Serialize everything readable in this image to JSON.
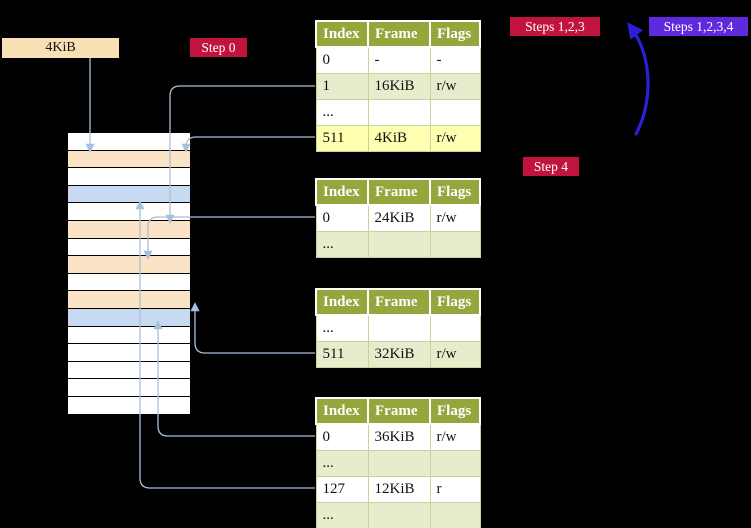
{
  "memory_label": "4KiB",
  "badges": {
    "step0": "Step 0",
    "steps123": "Steps 1,2,3",
    "steps1234": "Steps 1,2,3,4",
    "step4": "Step 4"
  },
  "table_headers": [
    "Index",
    "Frame",
    "Flags"
  ],
  "tables": [
    {
      "name": "level-4-page-table",
      "rows": [
        {
          "cells": [
            "0",
            "-",
            "-"
          ]
        },
        {
          "cells": [
            "1",
            "16KiB",
            "r/w"
          ]
        },
        {
          "cells": [
            "...",
            "",
            ""
          ]
        },
        {
          "cells": [
            "511",
            "4KiB",
            "r/w"
          ],
          "highlighted": true
        }
      ]
    },
    {
      "name": "level-3-page-table",
      "rows": [
        {
          "cells": [
            "0",
            "24KiB",
            "r/w"
          ]
        },
        {
          "cells": [
            "...",
            "",
            ""
          ]
        }
      ]
    },
    {
      "name": "level-2-page-table",
      "rows": [
        {
          "cells": [
            "...",
            "",
            ""
          ]
        },
        {
          "cells": [
            "511",
            "32KiB",
            "r/w"
          ]
        }
      ]
    },
    {
      "name": "level-1-page-table",
      "rows": [
        {
          "cells": [
            "0",
            "36KiB",
            "r/w"
          ]
        },
        {
          "cells": [
            "...",
            "",
            ""
          ]
        },
        {
          "cells": [
            "127",
            "12KiB",
            "r"
          ]
        },
        {
          "cells": [
            "...",
            "",
            ""
          ]
        }
      ]
    }
  ],
  "stack": {
    "rows": [
      {
        "kind": "free"
      },
      {
        "kind": "page-table"
      },
      {
        "kind": "free"
      },
      {
        "kind": "page"
      },
      {
        "kind": "free"
      },
      {
        "kind": "page-table"
      },
      {
        "kind": "free"
      },
      {
        "kind": "page-table"
      },
      {
        "kind": "free"
      },
      {
        "kind": "page-table"
      },
      {
        "kind": "page"
      },
      {
        "kind": "free"
      },
      {
        "kind": "free"
      },
      {
        "kind": "free"
      },
      {
        "kind": "free"
      },
      {
        "kind": "free"
      }
    ]
  },
  "colors": {
    "background": "#000000",
    "badge_crimson": "#c0143f",
    "badge_violet": "#6029dd",
    "table_header": "#94a63c",
    "table_row_alt": "#e7edcc",
    "highlight_row": "#feffaf",
    "memory_label_bg": "#f8e0b5",
    "frame_free": "#ffffff",
    "frame_page_table": "#fbe3c5",
    "frame_page": "#c8daf2",
    "arrow_light": "#a8bfdb",
    "arrow_loop": "#2b1fd8"
  }
}
